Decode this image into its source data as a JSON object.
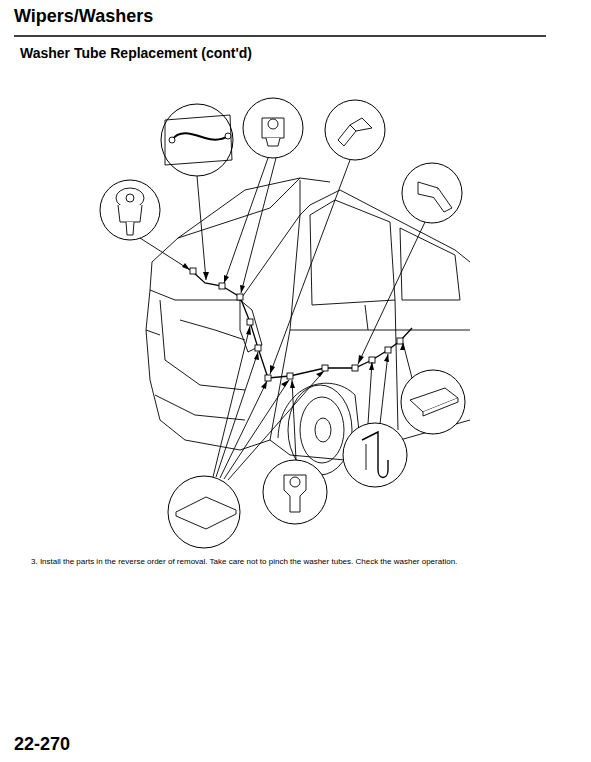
{
  "diagram": {
    "title": "Wipers/Washers",
    "labels": [
      "Washer Tube Replacement (cont'd)",
      "3. Install the parts in the reverse order of removal. Take care not to pinch the washer tubes. Check the washer operation.",
      "22-270"
    ]
  }
}
